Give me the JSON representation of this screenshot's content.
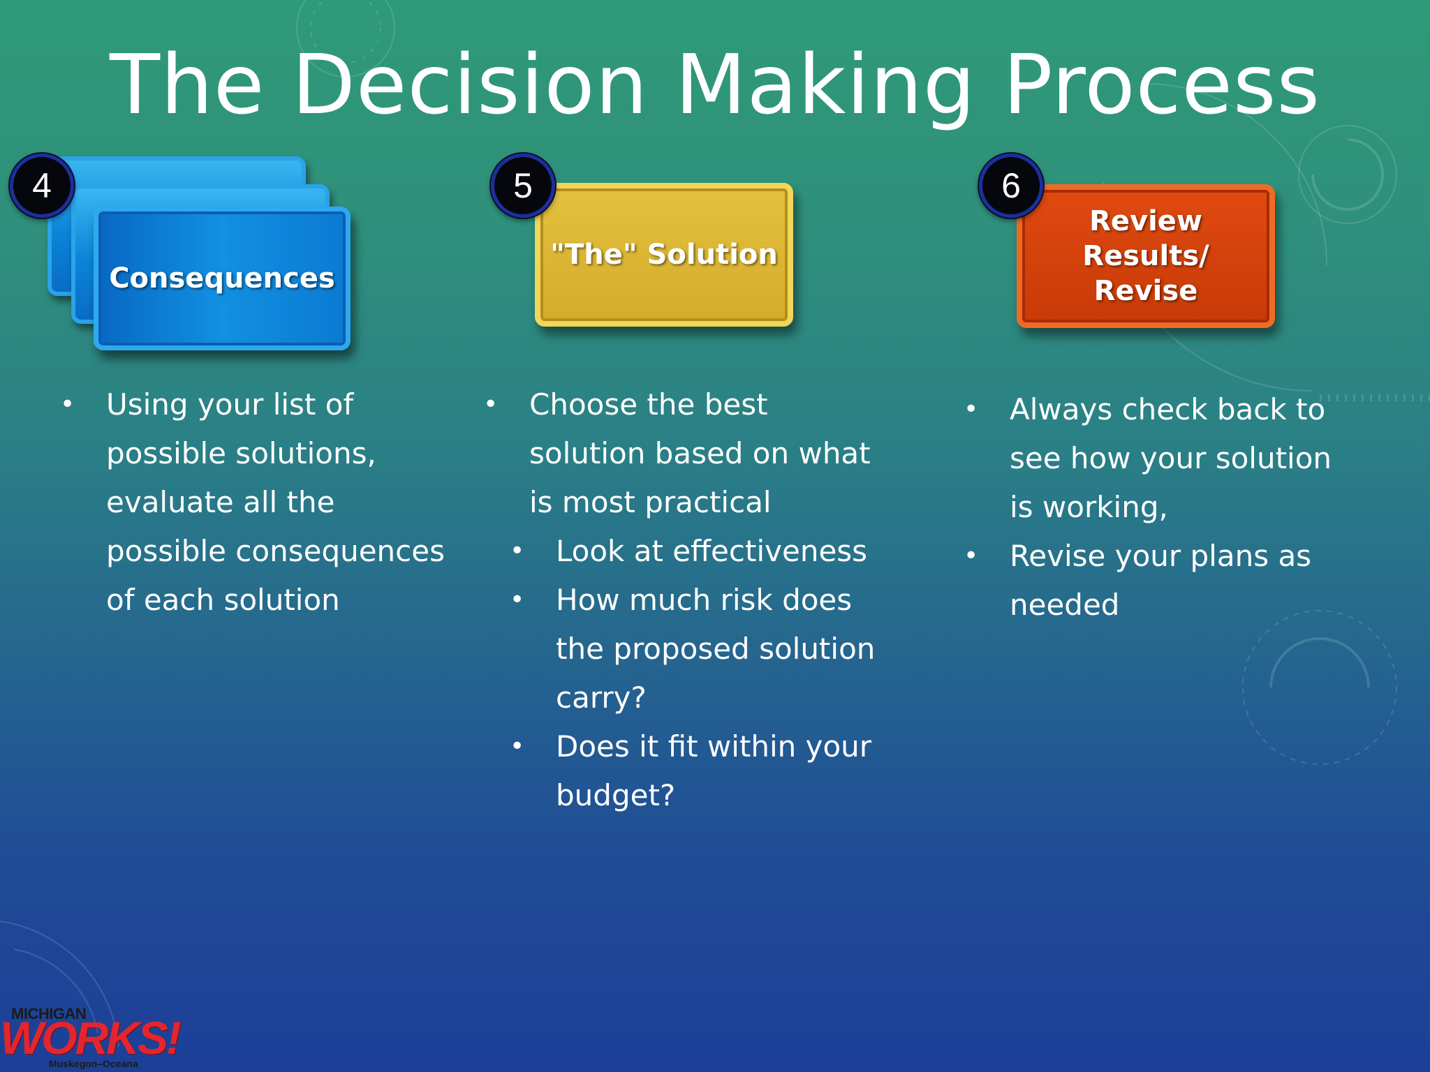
{
  "slide": {
    "title": "The Decision Making Process"
  },
  "steps": [
    {
      "number": "4",
      "box_label": "Consequences",
      "bullets": [
        "Using your list of possible solutions, evaluate all the possible consequences of each solution"
      ]
    },
    {
      "number": "5",
      "box_label": "\"The\" Solution",
      "bullets": [
        "Choose the best solution based on what is most practical"
      ],
      "sub_bullets": [
        "Look at effectiveness",
        "How much risk does the proposed solution carry?",
        "Does it fit within your budget?"
      ]
    },
    {
      "number": "6",
      "box_label_line1": "Review Results/",
      "box_label_line2": "Revise",
      "bullets": [
        "Always check back to see how your solution is working,",
        "Revise your plans as needed"
      ]
    }
  ],
  "logo": {
    "top": "MICHIGAN",
    "main": "WORKS!",
    "sub": "Muskegon–Oceana"
  },
  "colors": {
    "blue_box": "#1290e2",
    "gold_box": "#d8b32e",
    "red_box": "#d2410c",
    "number_circle": "#05070c",
    "logo_red": "#e3262e"
  }
}
